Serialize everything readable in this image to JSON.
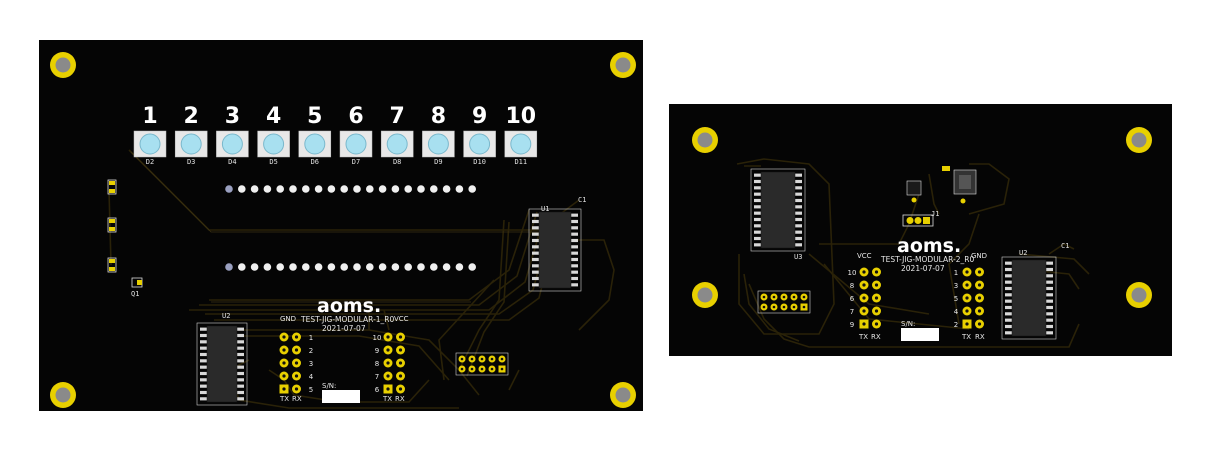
{
  "board1": {
    "led_numbers": [
      "1",
      "2",
      "3",
      "4",
      "5",
      "6",
      "7",
      "8",
      "9",
      "10"
    ],
    "led_refs": [
      "D2",
      "D3",
      "D4",
      "D5",
      "D6",
      "D7",
      "D8",
      "D9",
      "D10",
      "D11"
    ],
    "logo": "aoms.",
    "title": "TEST-JIG-MODULAR-1_R0",
    "date": "2021-07-07",
    "gnd": "GND",
    "vcc": "VCC",
    "sn": "S/N:",
    "tx": "TX",
    "rx": "RX",
    "left_header_nums": [
      "1",
      "2",
      "3",
      "4",
      "5"
    ],
    "right_header_nums": [
      "10",
      "9",
      "8",
      "7",
      "6"
    ],
    "ic_left_ref": "U2",
    "ic_right_ref": "U1",
    "cap_ref": "C1",
    "q_ref": "Q1"
  },
  "board2": {
    "logo": "aoms.",
    "title": "TEST-JIG-MODULAR-2_R0",
    "date": "2021-07-07",
    "gnd": "GND",
    "vcc": "VCC",
    "sn": "S/N:",
    "tx": "TX",
    "rx": "RX",
    "left_header_nums": [
      "10",
      "8",
      "6",
      "7",
      "9"
    ],
    "right_header_nums": [
      "1",
      "3",
      "5",
      "4",
      "2"
    ],
    "ic_left_ref": "U3",
    "ic_right_ref": "U2",
    "cap_ref": "C1",
    "jumper_ref": "J1"
  },
  "colors": {
    "board": "#050505",
    "pad_gold": "#e8d000",
    "trace": "#1a1405",
    "trace_edge": "#3a3010",
    "led_blue": "#a8e0f0",
    "silk": "#e8e8e8"
  }
}
